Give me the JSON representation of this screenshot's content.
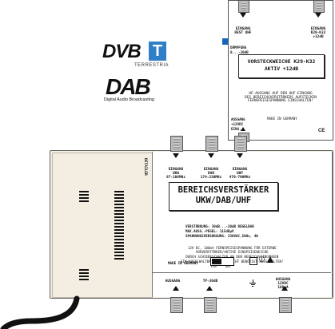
{
  "logos": {
    "dvbt_text": "DVB",
    "dvbt_letter": "T",
    "dvbt_sub": "TERRESTRIA",
    "dab_text": "DAB",
    "dab_sub": "Digital Audio Broadcasting"
  },
  "top_device": {
    "input_left": [
      "EINGANG",
      "REST UHF"
    ],
    "input_right": [
      "EINGANG",
      "K29-K32",
      "+12dB"
    ],
    "damping": [
      "DÄMPFUNG",
      "0...-20dB"
    ],
    "title_line1": "VORSTECKWEICHE K29-K32",
    "title_line2": "AKTIV +12dB",
    "hint_line1": "HF-AUSGANG AUF DEN UHF-EINGANG",
    "hint_line2": "DES BEREICHSVERSTÄRKERS AUFSTECKEN",
    "power_note": "FERNSPEISESPANNUNG EINSCHALTEN!",
    "output": [
      "AUSGANG",
      "+12VDC",
      "EING."
    ],
    "made_in": "MADE IN GERMANY",
    "ce": "CE"
  },
  "main_device": {
    "side_label": "DETAILER",
    "inputs": [
      {
        "lines": [
          "EINGANG",
          "UKW",
          "87-108MHz"
        ]
      },
      {
        "lines": [
          "EINGANG",
          "DAB",
          "174-230MHz"
        ]
      },
      {
        "lines": [
          "EINGANG",
          "UHF",
          "470-790MHz"
        ]
      }
    ],
    "title_line1": "BEREICHSVERSTÄRKER",
    "title_line2": "UKW/DAB/UHF",
    "specs": [
      "VERSTÄRKUNG: 30dB...-20dB REGELBAR",
      "MAX.AUSG.-PEGEL: 115dBµV",
      "SPANNUNGSVERSORGUNG: 230VAC,50Hz, 4W"
    ],
    "notes": [
      "12V DC, 100mA FERNSPEISESPANNUNG FÜR EXTERNE",
      "VORVERSTÄRKER/AKTIVE EINSPEISEWEICHE",
      "DURCH SCHIEBESCHALTER AN DEN BEREICHSEINGÄNGEN",
      "EIN/AUSSCHALTBAR. FALLS NICHT BENÖTIGT AUSSCHALTEN!"
    ],
    "made_in": "MADE IN GERMANY",
    "switch_on": "EIN",
    "switch_off": "AUS",
    "outputs": [
      {
        "lines": [
          "AUSGANG"
        ]
      },
      {
        "lines": [
          "TP-30dB"
        ]
      },
      {
        "lines": [
          "AUSGANG",
          "12VDC",
          "100mA"
        ]
      }
    ]
  },
  "colors": {
    "casing": "#f3ede2",
    "blue": "#1565c0",
    "cable": "#111111"
  }
}
